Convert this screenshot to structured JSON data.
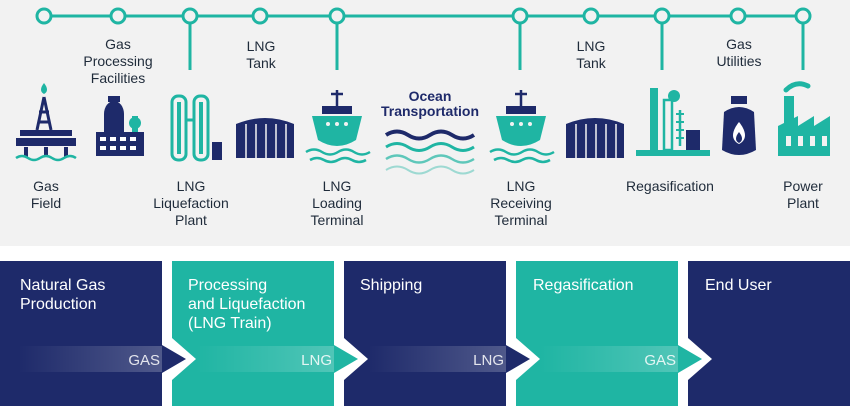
{
  "colors": {
    "teal": "#1fb5a3",
    "navy": "#1e2a6a",
    "panel_bg": "#f2f2f2",
    "label_text": "#1f2b3a"
  },
  "timeline_labels": {
    "gas_processing": [
      "Gas",
      "Processing",
      "Facilities"
    ],
    "lng_tank_1": [
      "LNG",
      "Tank"
    ],
    "lng_tank_2": [
      "LNG",
      "Tank"
    ],
    "gas_utilities": [
      "Gas",
      "Utilities"
    ]
  },
  "facilities": {
    "gas_field": [
      "Gas",
      "Field"
    ],
    "liquefaction_plant": [
      "LNG",
      "Liquefaction",
      "Plant"
    ],
    "loading_terminal": [
      "LNG",
      "Loading",
      "Terminal"
    ],
    "ocean_transportation": [
      "Ocean",
      "Transportation"
    ],
    "receiving_terminal": [
      "LNG",
      "Receiving",
      "Terminal"
    ],
    "regasification": [
      "Regasification"
    ],
    "power_plant": [
      "Power",
      "Plant"
    ]
  },
  "stages": [
    {
      "title": [
        "Natural Gas",
        "Production"
      ],
      "tag": "GAS",
      "color": "#1e2a6a"
    },
    {
      "title": [
        "Processing",
        "and Liquefaction",
        "(LNG Train)"
      ],
      "tag": "LNG",
      "color": "#1fb5a3"
    },
    {
      "title": [
        "Shipping"
      ],
      "tag": "LNG",
      "color": "#1e2a6a"
    },
    {
      "title": [
        "Regasification"
      ],
      "tag": "GAS",
      "color": "#1fb5a3"
    },
    {
      "title": [
        "End User"
      ],
      "tag": "",
      "color": "#1e2a6a"
    }
  ]
}
